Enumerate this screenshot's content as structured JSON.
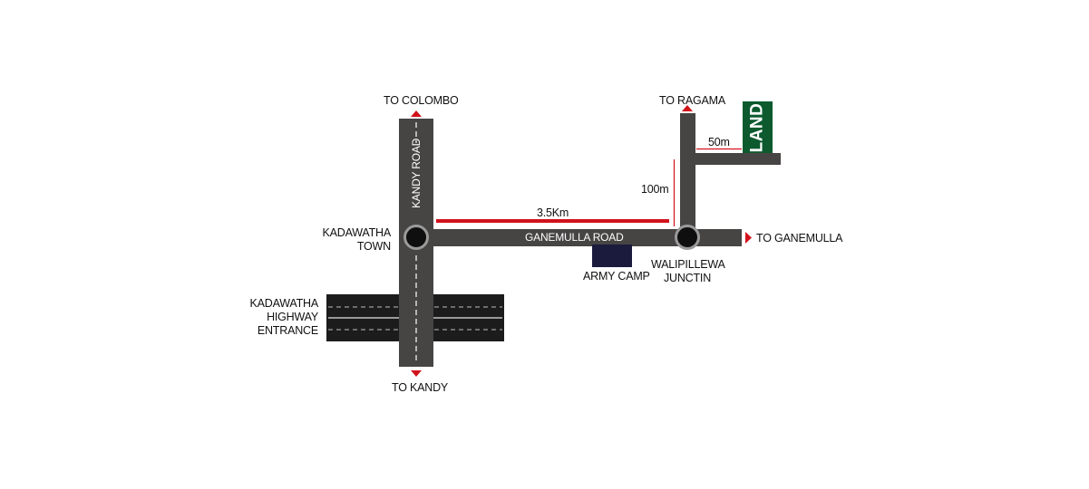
{
  "colors": {
    "road": "#474444",
    "highway": "#1c1c1c",
    "marker": "#d2121b",
    "land": "#0c5a2e",
    "army_camp": "#1b1b3e",
    "junction": "#0f0f0f"
  },
  "labels": {
    "to_colombo": "TO COLOMBO",
    "to_kandy": "TO KANDY",
    "to_ragama": "TO RAGAMA",
    "to_ganemulla": "TO GANEMULLA",
    "kadawatha_town": "KADAWATHA\nTOWN",
    "highway_entrance": "KADAWATHA\nHIGHWAY\nENTRANCE",
    "walipillewa": "WALIPILLEWA\nJUNCTIN",
    "army_camp": "ARMY CAMP",
    "kandy_road": "KANDY ROAD",
    "ganemulla_road": "GANEMULLA ROAD",
    "land": "LAND"
  },
  "distances": {
    "kadawatha_to_walipillewa": "3.5Km",
    "walipillewa_to_turn": "100m",
    "turn_to_land": "50m"
  }
}
